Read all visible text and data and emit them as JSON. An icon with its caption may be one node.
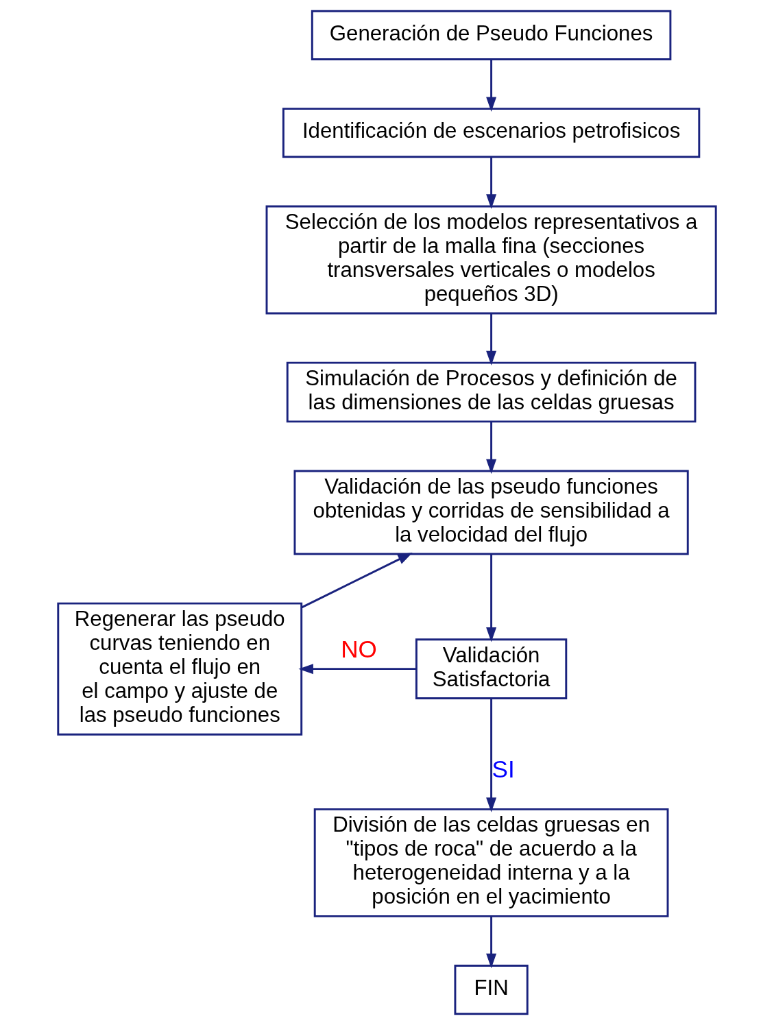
{
  "diagram": {
    "nodes": [
      {
        "text": [
          "Generación de Pseudo Funciones"
        ]
      },
      {
        "text": [
          "Identificación de escenarios petrofisicos"
        ]
      },
      {
        "text": [
          "Selección de los modelos representativos a partir de la malla fina (secciones transversales verticales o modelos pequeños 3D)"
        ]
      },
      {
        "text": [
          "Simulación de Procesos y definición de las dimensiones de las celdas gruesas"
        ]
      },
      {
        "text": [
          "Validación de las pseudo funciones obtenidas y corridas de sensibilidad a la velocidad del flujo"
        ]
      },
      {
        "text": [
          "Regenerar las pseudo curvas teniendo en cuenta el flujo en el campo y ajuste de las pseudo funciones"
        ]
      },
      {
        "text": [
          "Validación Satisfactoria"
        ]
      },
      {
        "text": [
          "División de las celdas gruesas en \"tipos de roca\" de acuerdo a la heterogeneidad interna y a la posición en el yacimiento"
        ]
      },
      {
        "text": [
          "FIN"
        ]
      }
    ],
    "edges": [
      {
        "from": 0,
        "to": 1,
        "arrow": "to"
      },
      {
        "from": 1,
        "to": 2,
        "arrow": "to"
      },
      {
        "from": 2,
        "to": 3,
        "arrow": "to"
      },
      {
        "from": 3,
        "to": 4,
        "arrow": "to"
      },
      {
        "from": 4,
        "to": 6,
        "arrow": "to"
      },
      {
        "from": 6,
        "to": 5,
        "arrow": "to",
        "label": "NO"
      },
      {
        "from": 6,
        "to": 7,
        "arrow": "to",
        "label": "SI"
      },
      {
        "from": 5,
        "to": 4,
        "arrow": "to"
      },
      {
        "from": 7,
        "to": 8,
        "arrow": "to"
      }
    ]
  }
}
